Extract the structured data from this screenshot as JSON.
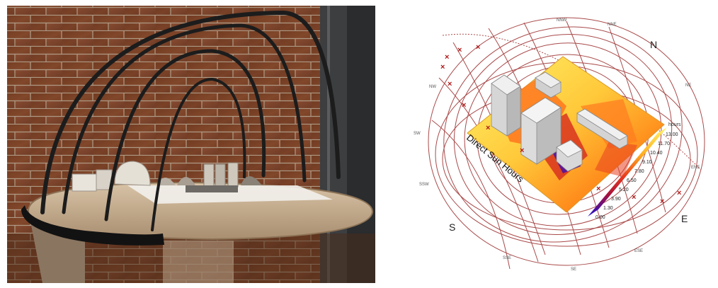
{
  "photo": {
    "caption": ""
  },
  "sun_path": {
    "cardinals": [
      "N",
      "E",
      "S"
    ],
    "compass_labels": [
      "NE",
      "ENE",
      "ESE",
      "SE",
      "SSE",
      "SSW",
      "SW",
      "NW",
      "NNW",
      "NNE"
    ],
    "analysis_title": "Direct Sun Hours",
    "legend": {
      "title": "hours",
      "values": [
        "13.00",
        "11.70",
        "10.40",
        "9.10",
        "7.80",
        "6.50",
        "5.20",
        "3.90",
        "1.30",
        "0.00"
      ]
    },
    "colors": {
      "high": "#fff06a",
      "mid": "#ff8a1a",
      "low": "#c4142a",
      "min": "#2a1ab8",
      "orbit": "#9b2a2a"
    }
  }
}
